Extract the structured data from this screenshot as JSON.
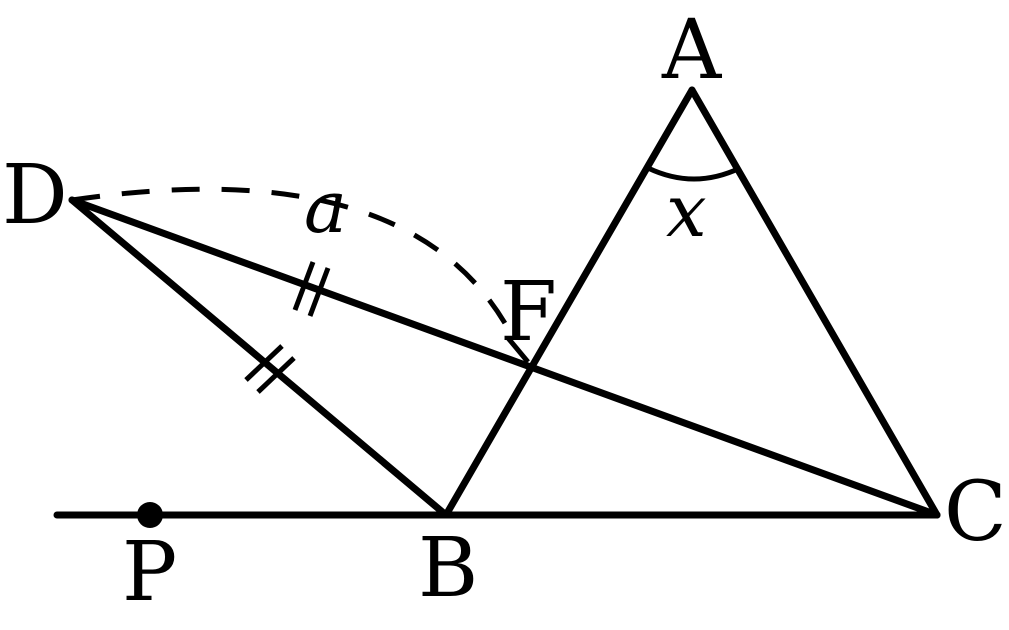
{
  "points": {
    "A": "A",
    "B": "B",
    "C": "C",
    "D": "D",
    "F": "F",
    "P": "P"
  },
  "annotations": {
    "angle_A": "x",
    "arc_DF": "a"
  },
  "colors": {
    "stroke": "#000000",
    "background": "#ffffff"
  }
}
